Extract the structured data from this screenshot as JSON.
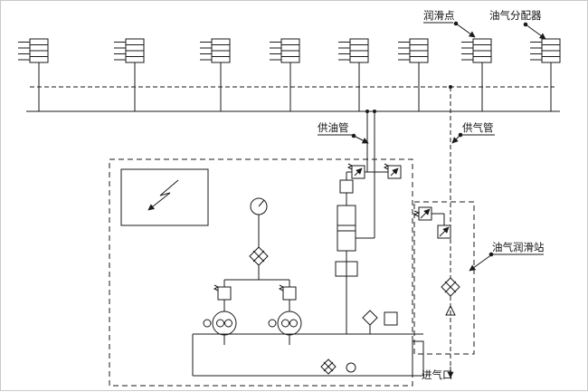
{
  "diagram": {
    "labels": {
      "lubrication_point": "润滑点",
      "oil_gas_distributor": "油气分配器",
      "oil_supply_pipe": "供油管",
      "gas_supply_pipe": "供气管",
      "oil_gas_station": "油气润滑站",
      "air_inlet": "进气口"
    },
    "distributor_count": 8,
    "colors": {
      "line": "#1a1a1a",
      "background": "#ffffff"
    }
  }
}
